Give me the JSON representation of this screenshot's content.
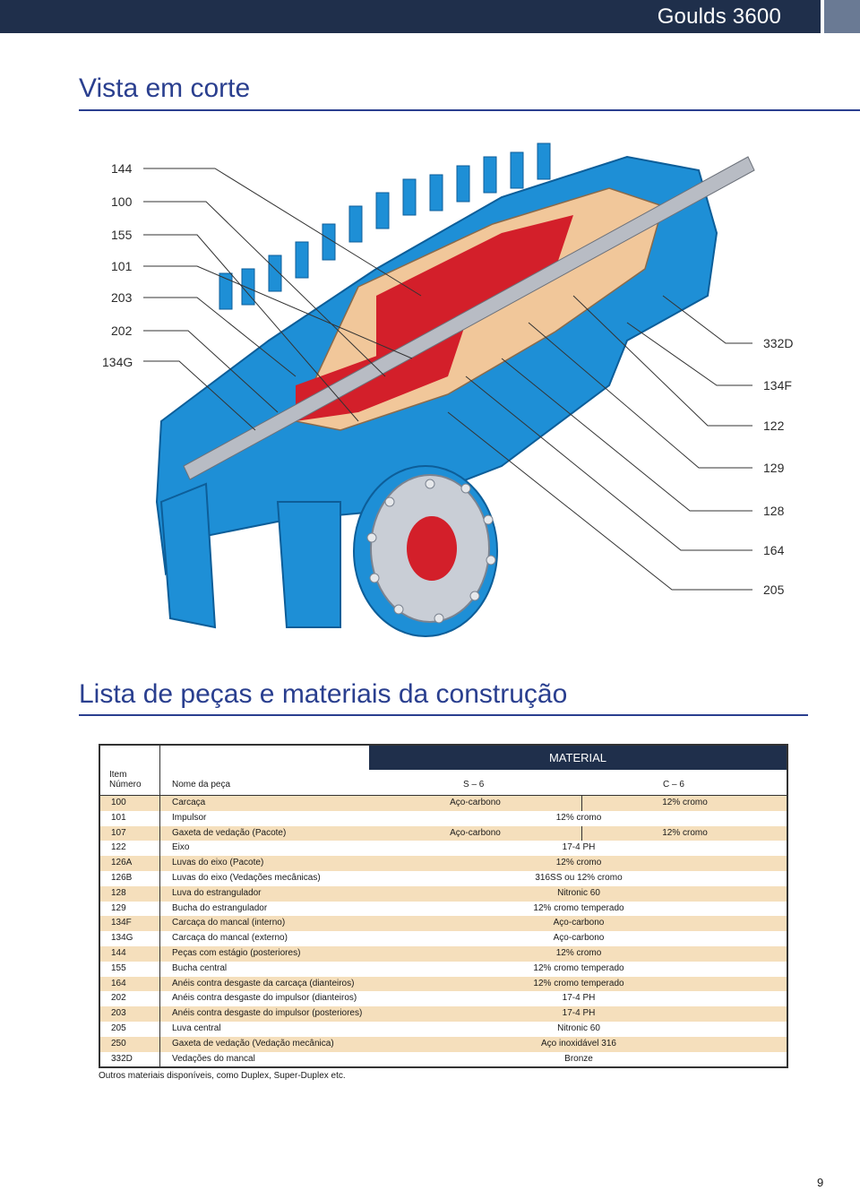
{
  "header": {
    "brand": "Goulds 3600"
  },
  "section1": {
    "title": "Vista em corte"
  },
  "callouts_left": [
    "144",
    "100",
    "155",
    "101",
    "203",
    "202",
    "134G"
  ],
  "callouts_right": [
    "332D",
    "134F",
    "122",
    "129",
    "128",
    "164",
    "205"
  ],
  "section2": {
    "title": "Lista de peças e materiais da construção"
  },
  "table": {
    "material_header": "MATERIAL",
    "item_header_1": "Item",
    "item_header_2": "Número",
    "name_header": "Nome da peça",
    "s6_header": "S – 6",
    "c6_header": "C – 6",
    "rows": [
      {
        "num": "100",
        "name": "Carcaça",
        "s6": "Aço-carbono",
        "c6": "12% cromo"
      },
      {
        "num": "101",
        "name": "Impulsor",
        "all": "12% cromo"
      },
      {
        "num": "107",
        "name": "Gaxeta de vedação (Pacote)",
        "s6": "Aço-carbono",
        "c6": "12% cromo"
      },
      {
        "num": "122",
        "name": "Eixo",
        "all": "17-4 PH"
      },
      {
        "num": "126A",
        "name": "Luvas do eixo (Pacote)",
        "all": "12% cromo"
      },
      {
        "num": "126B",
        "name": "Luvas do eixo (Vedações mecânicas)",
        "all": "316SS ou 12% cromo"
      },
      {
        "num": "128",
        "name": "Luva do estrangulador",
        "all": "Nitronic 60"
      },
      {
        "num": "129",
        "name": "Bucha do estrangulador",
        "all": "12% cromo temperado"
      },
      {
        "num": "134F",
        "name": "Carcaça do mancal (interno)",
        "all": "Aço-carbono"
      },
      {
        "num": "134G",
        "name": "Carcaça do mancal (externo)",
        "all": "Aço-carbono"
      },
      {
        "num": "144",
        "name": "Peças com estágio (posteriores)",
        "all": "12% cromo"
      },
      {
        "num": "155",
        "name": "Bucha central",
        "all": "12% cromo temperado"
      },
      {
        "num": "164",
        "name": "Anéis contra desgaste da carcaça (dianteiros)",
        "all": "12% cromo temperado"
      },
      {
        "num": "202",
        "name": "Anéis contra desgaste do impulsor (dianteiros)",
        "all": "17-4 PH"
      },
      {
        "num": "203",
        "name": "Anéis contra desgaste do impulsor (posteriores)",
        "all": "17-4 PH"
      },
      {
        "num": "205",
        "name": "Luva central",
        "all": "Nitronic 60"
      },
      {
        "num": "250",
        "name": "Gaxeta de vedação (Vedação mecânica)",
        "all": "Aço inoxidável 316"
      },
      {
        "num": "332D",
        "name": "Vedações do mancal",
        "all": "Bronze"
      }
    ]
  },
  "note": "Outros materiais disponíveis, como Duplex, Super-Duplex etc.",
  "page_number": "9",
  "colors": {
    "navy": "#1f2f4b",
    "blue_title": "#2a3f8f",
    "pump_blue": "#1e8fd6",
    "pump_red": "#d31f2a",
    "row_tint": "#f5dfbc"
  }
}
